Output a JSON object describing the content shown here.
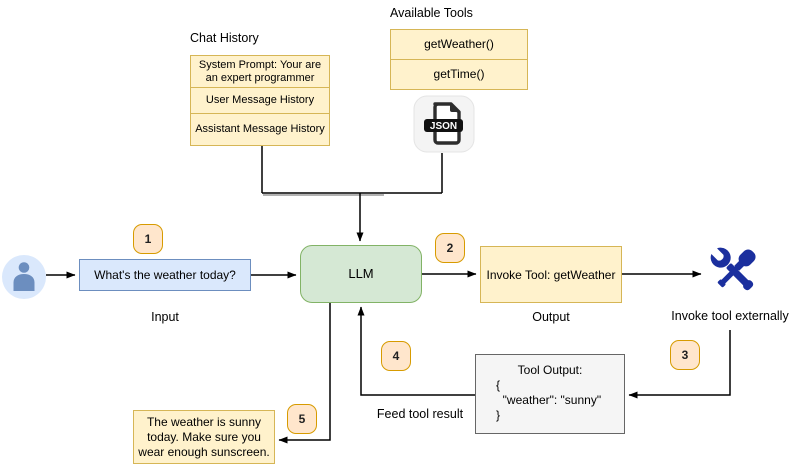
{
  "diagram": {
    "chat_history": {
      "label": "Chat History",
      "rows": [
        "System Prompt: Your are an expert programmer",
        "User Message History",
        "Assistant Message History"
      ]
    },
    "available_tools": {
      "label": "Available Tools",
      "rows": [
        "getWeather()",
        "getTime()"
      ]
    },
    "json_file": {
      "badge_text": "JSON"
    },
    "input": {
      "step_badge": "1",
      "text": "What's the weather today?",
      "label": "Input"
    },
    "llm": {
      "label": "LLM"
    },
    "output": {
      "step_badge": "2",
      "text": "Invoke Tool: getWeather",
      "label": "Output"
    },
    "invoke_external": {
      "step_badge": "3",
      "label": "Invoke tool externally"
    },
    "tool_output": {
      "title": "Tool Output:",
      "code": "{\n  \"weather\": \"sunny\"\n}"
    },
    "feed_result": {
      "step_badge": "4",
      "label": "Feed tool result"
    },
    "final_response": {
      "step_badge": "5",
      "text": "The weather is sunny today. Make sure you wear enough sunscreen."
    },
    "colors": {
      "yellow_fill": "#fff2cc",
      "yellow_border": "#d6b656",
      "blue_fill": "#dae8fc",
      "blue_border": "#6c8ebf",
      "green_fill": "#d5e8d4",
      "green_border": "#82b366",
      "badge_fill": "#ffe6cc",
      "badge_border": "#d79b00",
      "gray_fill": "#f5f5f5",
      "gray_border": "#666666",
      "tools_icon_blue": "#1b2f9e",
      "user_icon_blue": "#6c8ebf"
    }
  }
}
